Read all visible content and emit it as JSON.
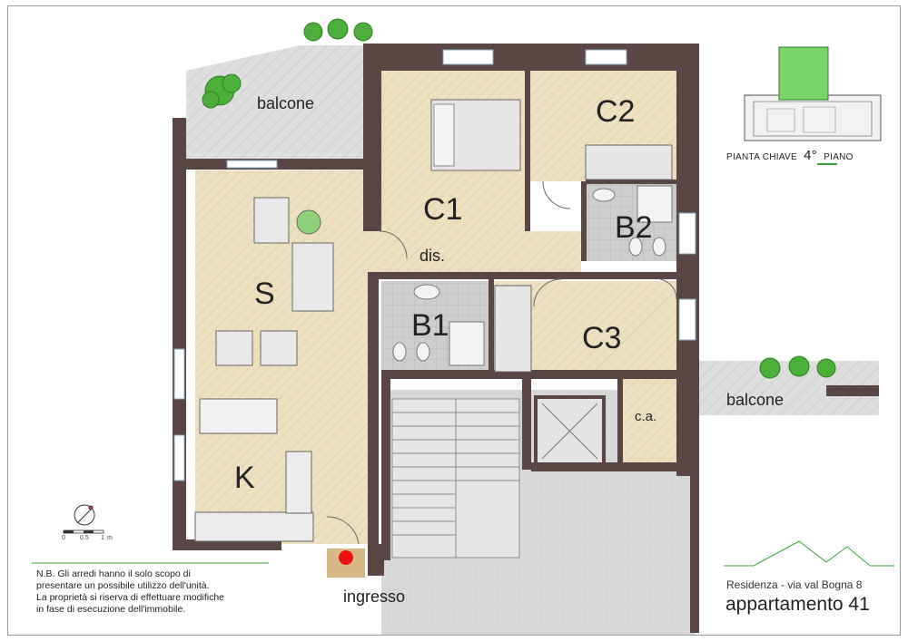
{
  "rooms": {
    "balcone_top": "balcone",
    "C1": "C1",
    "C2": "C2",
    "B2": "B2",
    "dis": "dis.",
    "S": "S",
    "B1": "B1",
    "C3": "C3",
    "balcone_right": "balcone",
    "ca": "c.a.",
    "K": "K",
    "ingresso": "ingresso"
  },
  "key_plan": {
    "label": "PIANTA CHIAVE",
    "floor": "4°",
    "floor_word": "PIANO"
  },
  "scale": {
    "ticks": [
      "0",
      "0.5",
      "1",
      "m"
    ]
  },
  "note": {
    "lines": [
      "N.B. Gli arredi hanno il solo scopo di",
      "presentare un possibile utilizzo dell'unità.",
      "La proprietà si riserva di effettuare modifiche",
      "in fase di esecuzione dell'immobile."
    ]
  },
  "residence": "Residenza - via val Bogna 8",
  "apartment": "appartamento 41",
  "colors": {
    "wall": "#5b4646",
    "floor_wood": "#ece0bf",
    "tile": "#c9c9c9",
    "balcony": "#d9d9d9",
    "plant": "#4caf3a",
    "accent_green": "#3aa13a",
    "entrance_dot": "#ee1111"
  }
}
